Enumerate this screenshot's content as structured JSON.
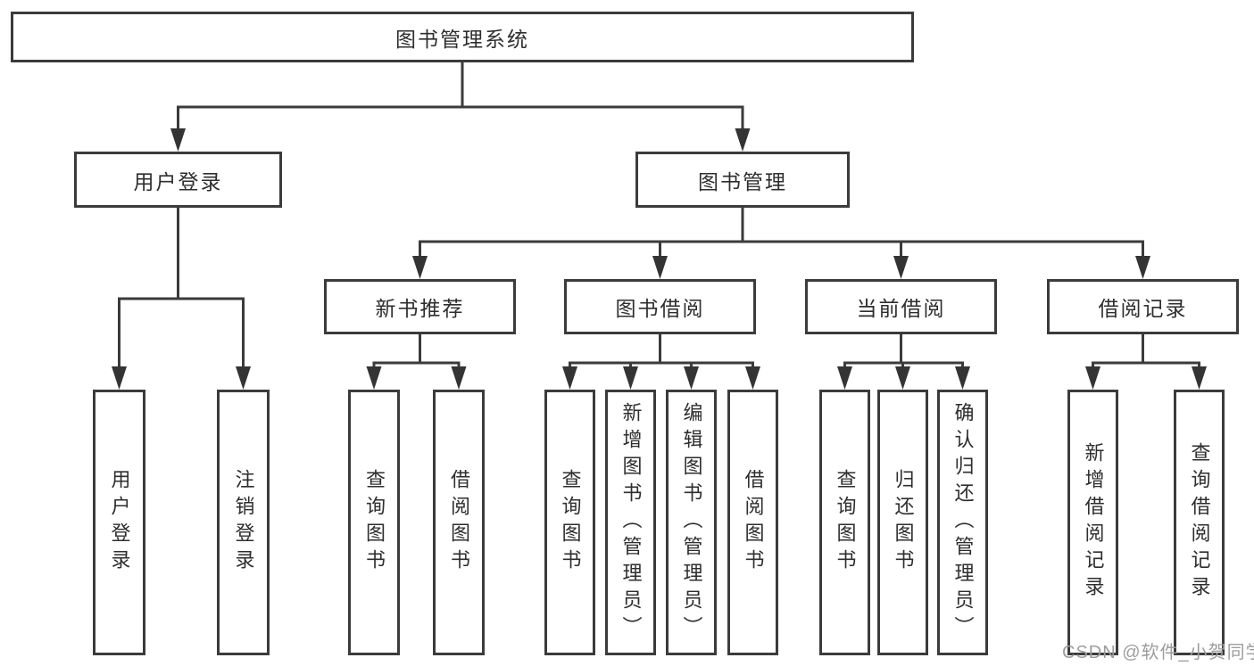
{
  "tree": {
    "label": "图书管理系统",
    "children": [
      {
        "label": "用户登录",
        "children": [
          {
            "label": "用户登录"
          },
          {
            "label": "注销登录"
          }
        ]
      },
      {
        "label": "图书管理",
        "children": [
          {
            "label": "新书推荐",
            "children": [
              {
                "label": "查询图书"
              },
              {
                "label": "借阅图书"
              }
            ]
          },
          {
            "label": "图书借阅",
            "children": [
              {
                "label": "查询图书"
              },
              {
                "label": "新增图书（管理员）"
              },
              {
                "label": "编辑图书（管理员）"
              },
              {
                "label": "借阅图书"
              }
            ]
          },
          {
            "label": "当前借阅",
            "children": [
              {
                "label": "查询图书"
              },
              {
                "label": "归还图书"
              },
              {
                "label": "确认归还（管理员）"
              }
            ]
          },
          {
            "label": "借阅记录",
            "children": [
              {
                "label": "新增借阅记录"
              },
              {
                "label": "查询借阅记录"
              }
            ]
          }
        ]
      }
    ]
  },
  "watermark": "CSDN @软件_小贺同学",
  "colors": {
    "line": "#3b3b3b",
    "arrow": "#343434",
    "text": "#2e2e2e",
    "watermark": "#9d9d9d",
    "background": "#ffffff"
  }
}
